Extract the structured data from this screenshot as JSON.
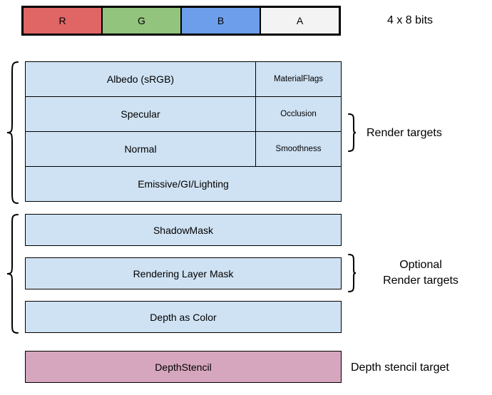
{
  "diagram": {
    "channel_bar": {
      "channels": [
        {
          "label": "R",
          "color": "#e06666"
        },
        {
          "label": "G",
          "color": "#93c47d"
        },
        {
          "label": "B",
          "color": "#6d9eeb"
        },
        {
          "label": "A",
          "color": "#f3f3f3"
        }
      ],
      "bits_label": "4 x 8 bits"
    },
    "render_targets": {
      "section_label": "Render targets",
      "rows": [
        {
          "main": "Albedo (sRGB)",
          "alpha": "MaterialFlags"
        },
        {
          "main": "Specular",
          "alpha": "Occlusion"
        },
        {
          "main": "Normal",
          "alpha": "Smoothness"
        },
        {
          "main": "Emissive/GI/Lighting"
        }
      ]
    },
    "optional_render_targets": {
      "section_label_line1": "Optional",
      "section_label_line2": "Render targets",
      "rows": [
        "ShadowMask",
        "Rendering Layer Mask",
        "Depth as Color"
      ]
    },
    "depth_stencil": {
      "box_label": "DepthStencil",
      "section_label": "Depth stencil target",
      "fill": "#d5a6bd"
    },
    "colors": {
      "target_fill": "#cfe2f3",
      "border": "#000000"
    }
  }
}
